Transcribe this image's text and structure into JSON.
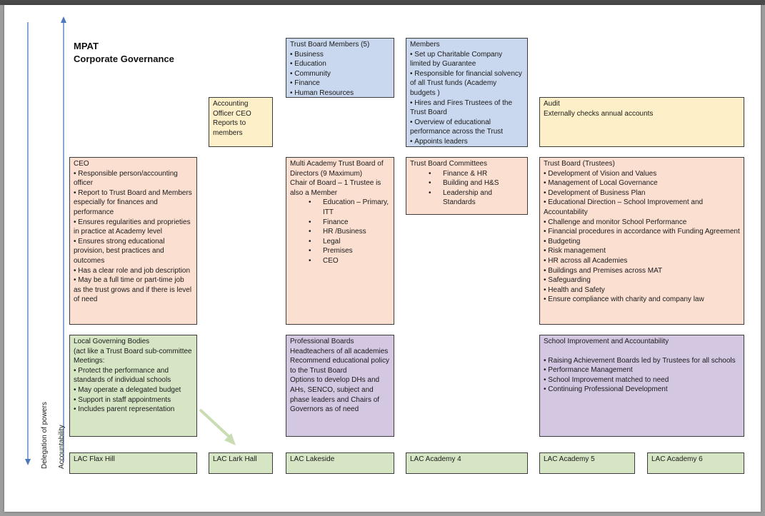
{
  "heading": {
    "line1": "MPAT",
    "line2": "Corporate Governance"
  },
  "axis": {
    "delegation": "Delegation of powers",
    "accountability": "Accountability"
  },
  "trust_board_members": {
    "title": "Trust Board Members (5)",
    "items": [
      "Business",
      "Education",
      "Community",
      "Finance",
      "Human Resources"
    ]
  },
  "members": {
    "title": "Members",
    "items": [
      "Set up Charitable Company limited by Guarantee",
      "Responsible for financial solvency of all Trust funds (Academy budgets )",
      "Hires and Fires Trustees of the Trust Board",
      "Overview of educational performance across the Trust",
      "Appoints leaders"
    ]
  },
  "accounting_officer": {
    "text": "Accounting Officer CEO Reports to members"
  },
  "audit": {
    "title": "Audit",
    "text": "Externally checks annual accounts"
  },
  "ceo": {
    "title": "CEO",
    "items": [
      "Responsible person/accounting officer",
      "Report to Trust Board and Members especially for finances and performance",
      "Ensures regularities and proprieties in  practice at Academy level",
      "Ensures strong educational provision, best practices and outcomes",
      "Has a clear role and job description",
      "May be a full time or part-time job as the trust grows and if there is level of need"
    ]
  },
  "mat_board": {
    "title": "Multi Academy Trust Board of Directors (9 Maximum)",
    "subtitle": "Chair of Board – 1 Trustee is also a Member",
    "items": [
      "Education – Primary, ITT",
      "Finance",
      "HR /Business",
      "Legal",
      "Premises",
      "CEO"
    ]
  },
  "committees": {
    "title": "Trust Board Committees",
    "items": [
      "Finance & HR",
      "Building and H&S",
      "Leadership and Standards"
    ]
  },
  "trust_board": {
    "title": "Trust Board (Trustees)",
    "items": [
      "Development of Vision and Values",
      "Management of Local Governance",
      "Development of Business Plan",
      "Educational Direction – School Improvement and Accountability",
      "Challenge and monitor School Performance",
      "Financial procedures in accordance with Funding Agreement",
      "Budgeting",
      "Risk management",
      "HR across all Academies",
      "Buildings and Premises across MAT",
      "Safeguarding",
      "Health and Safety",
      "Ensure compliance with charity and company law"
    ]
  },
  "lgb": {
    "title": "Local Governing Bodies",
    "note": "(act like a Trust Board sub-committee",
    "meetings": "Meetings:",
    "items": [
      "Protect the performance and standards of individual schools",
      "May operate a delegated budget",
      "Support in staff appointments",
      "Includes parent representation"
    ]
  },
  "professional_boards": {
    "lines": [
      "Professional Boards",
      "Headteachers of all academies",
      "Recommend educational policy to the Trust Board",
      "Options to develop DHs and AHs, SENCO, subject and phase leaders and Chairs of Governors as of need"
    ]
  },
  "school_improvement": {
    "title": "School Improvement and Accountability",
    "items": [
      "Raising Achievement  Boards led by Trustees for all schools",
      "Performance Management",
      "School Improvement matched to need",
      "Continuing Professional Development"
    ]
  },
  "lacs": [
    "LAC Flax Hill",
    "LAC Lark Hall",
    "LAC Lakeside",
    "LAC Academy 4",
    "LAC Academy 5",
    "LAC Academy 6"
  ],
  "colors": {
    "blue": "#c9d8ef",
    "yellow": "#fdf0c9",
    "salmon": "#fbdfd1",
    "green": "#d6e6c5",
    "purple": "#d3c7e2",
    "arrow": "#4a78b8",
    "arrow_green": "#c9dcb4"
  }
}
